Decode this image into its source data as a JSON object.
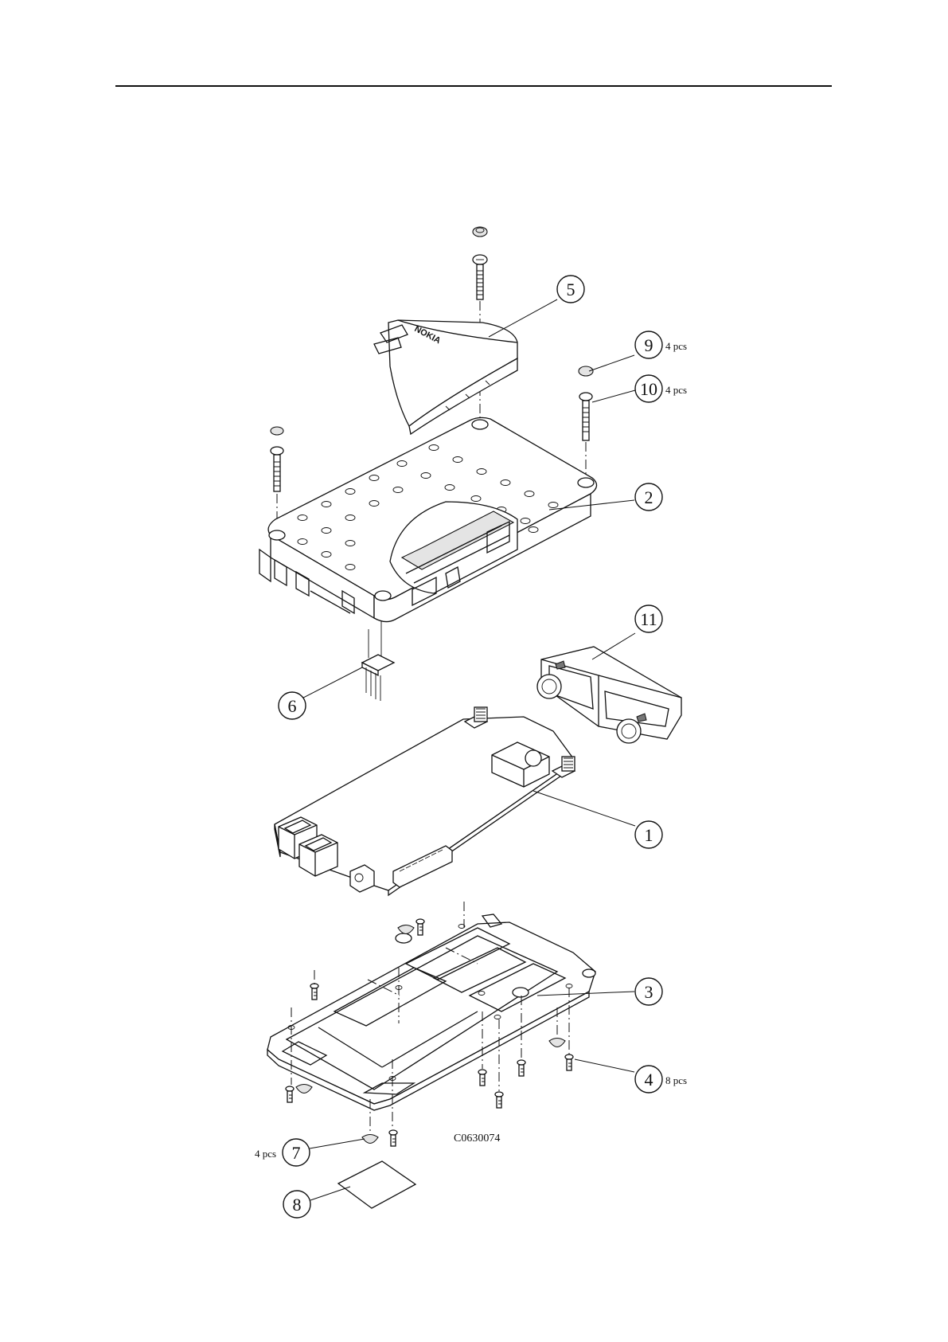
{
  "figure": {
    "drawing_code": "C0630074",
    "brand_mark": "NOKIA",
    "callouts": [
      {
        "number": "1",
        "qty": ""
      },
      {
        "number": "2",
        "qty": ""
      },
      {
        "number": "3",
        "qty": ""
      },
      {
        "number": "4",
        "qty": "8 pcs"
      },
      {
        "number": "5",
        "qty": ""
      },
      {
        "number": "6",
        "qty": ""
      },
      {
        "number": "7",
        "qty": "4 pcs"
      },
      {
        "number": "8",
        "qty": ""
      },
      {
        "number": "9",
        "qty": "4 pcs"
      },
      {
        "number": "10",
        "qty": "4 pcs"
      },
      {
        "number": "11",
        "qty": ""
      }
    ]
  }
}
